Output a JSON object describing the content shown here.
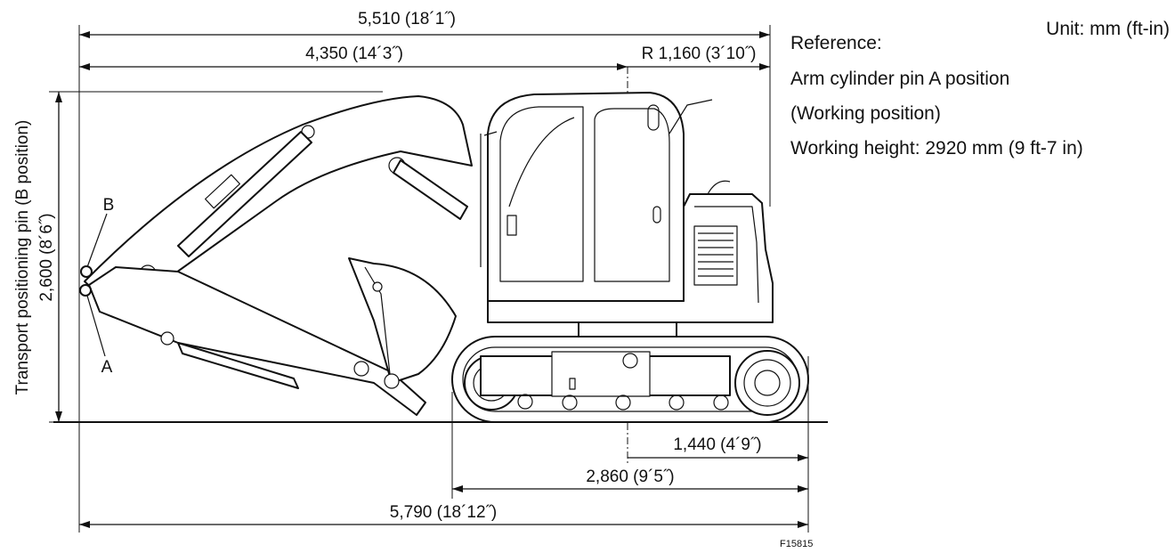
{
  "unit_label": "Unit: mm (ft-in)",
  "reference": {
    "heading": "Reference:",
    "line1": "Arm cylinder pin A position",
    "line2": "(Working position)",
    "line3": "Working height: 2920 mm (9 ft-7 in)"
  },
  "dimensions": {
    "overall_top": "5,510 (18´1˝)",
    "front_to_swing": "4,350 (14´3˝)",
    "tail_radius": "R 1,160 (3´10˝)",
    "height": "2,600 (8´6˝)",
    "center_to_track_end": "1,440 (4´9˝)",
    "track_length": "2,860 (9´5˝)",
    "overall_bottom": "5,790 (18´12˝)"
  },
  "vertical_label": "Transport positioning pin (B position)",
  "pin_labels": {
    "b": "B",
    "a": "A"
  },
  "figure_code": "F15815"
}
